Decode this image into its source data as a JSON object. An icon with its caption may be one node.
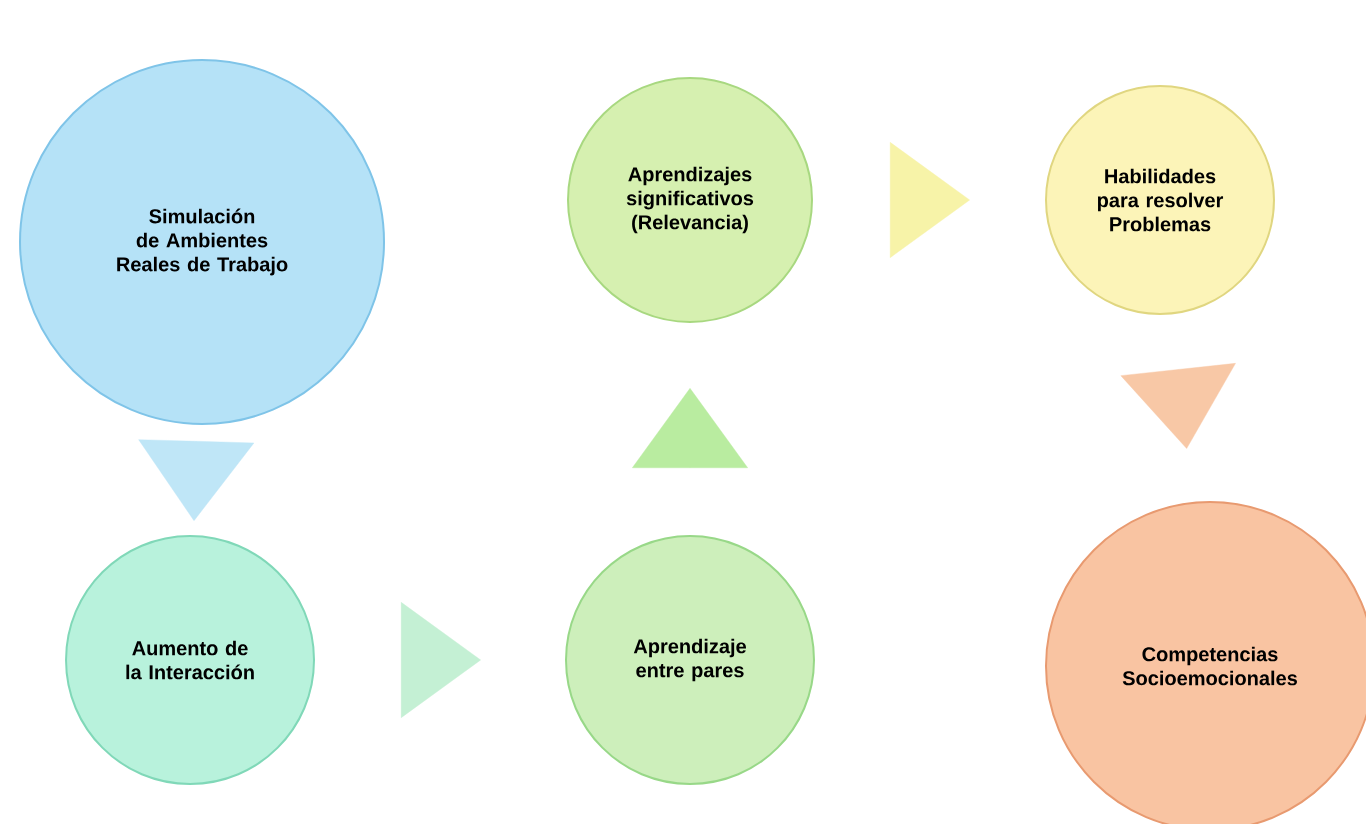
{
  "diagram": {
    "nodes": [
      {
        "text": [
          "Simulación de Ambientes Reales de Trabajo"
        ]
      },
      {
        "text": [
          "Aprendizajes significativos (Relevancia)"
        ]
      },
      {
        "text": [
          "Habilidades para resolver Problemas"
        ]
      },
      {
        "text": [
          "Aumento de la Interacción"
        ]
      },
      {
        "text": [
          "Aprendizaje entre pares"
        ]
      },
      {
        "text": [
          "Competencias Socioemocionales"
        ]
      }
    ],
    "edges": [
      {
        "from": 0,
        "to": 3,
        "arrow": "to",
        "color": "#bfe6f7"
      },
      {
        "from": 3,
        "to": 4,
        "arrow": "to",
        "color": "#c4f0d4"
      },
      {
        "from": 4,
        "to": 1,
        "arrow": "to",
        "color": "#b9eca0"
      },
      {
        "from": 1,
        "to": 2,
        "arrow": "to",
        "color": "#f7f3a8"
      },
      {
        "from": 2,
        "to": 5,
        "arrow": "to",
        "color": "#f8c8a6"
      }
    ]
  }
}
